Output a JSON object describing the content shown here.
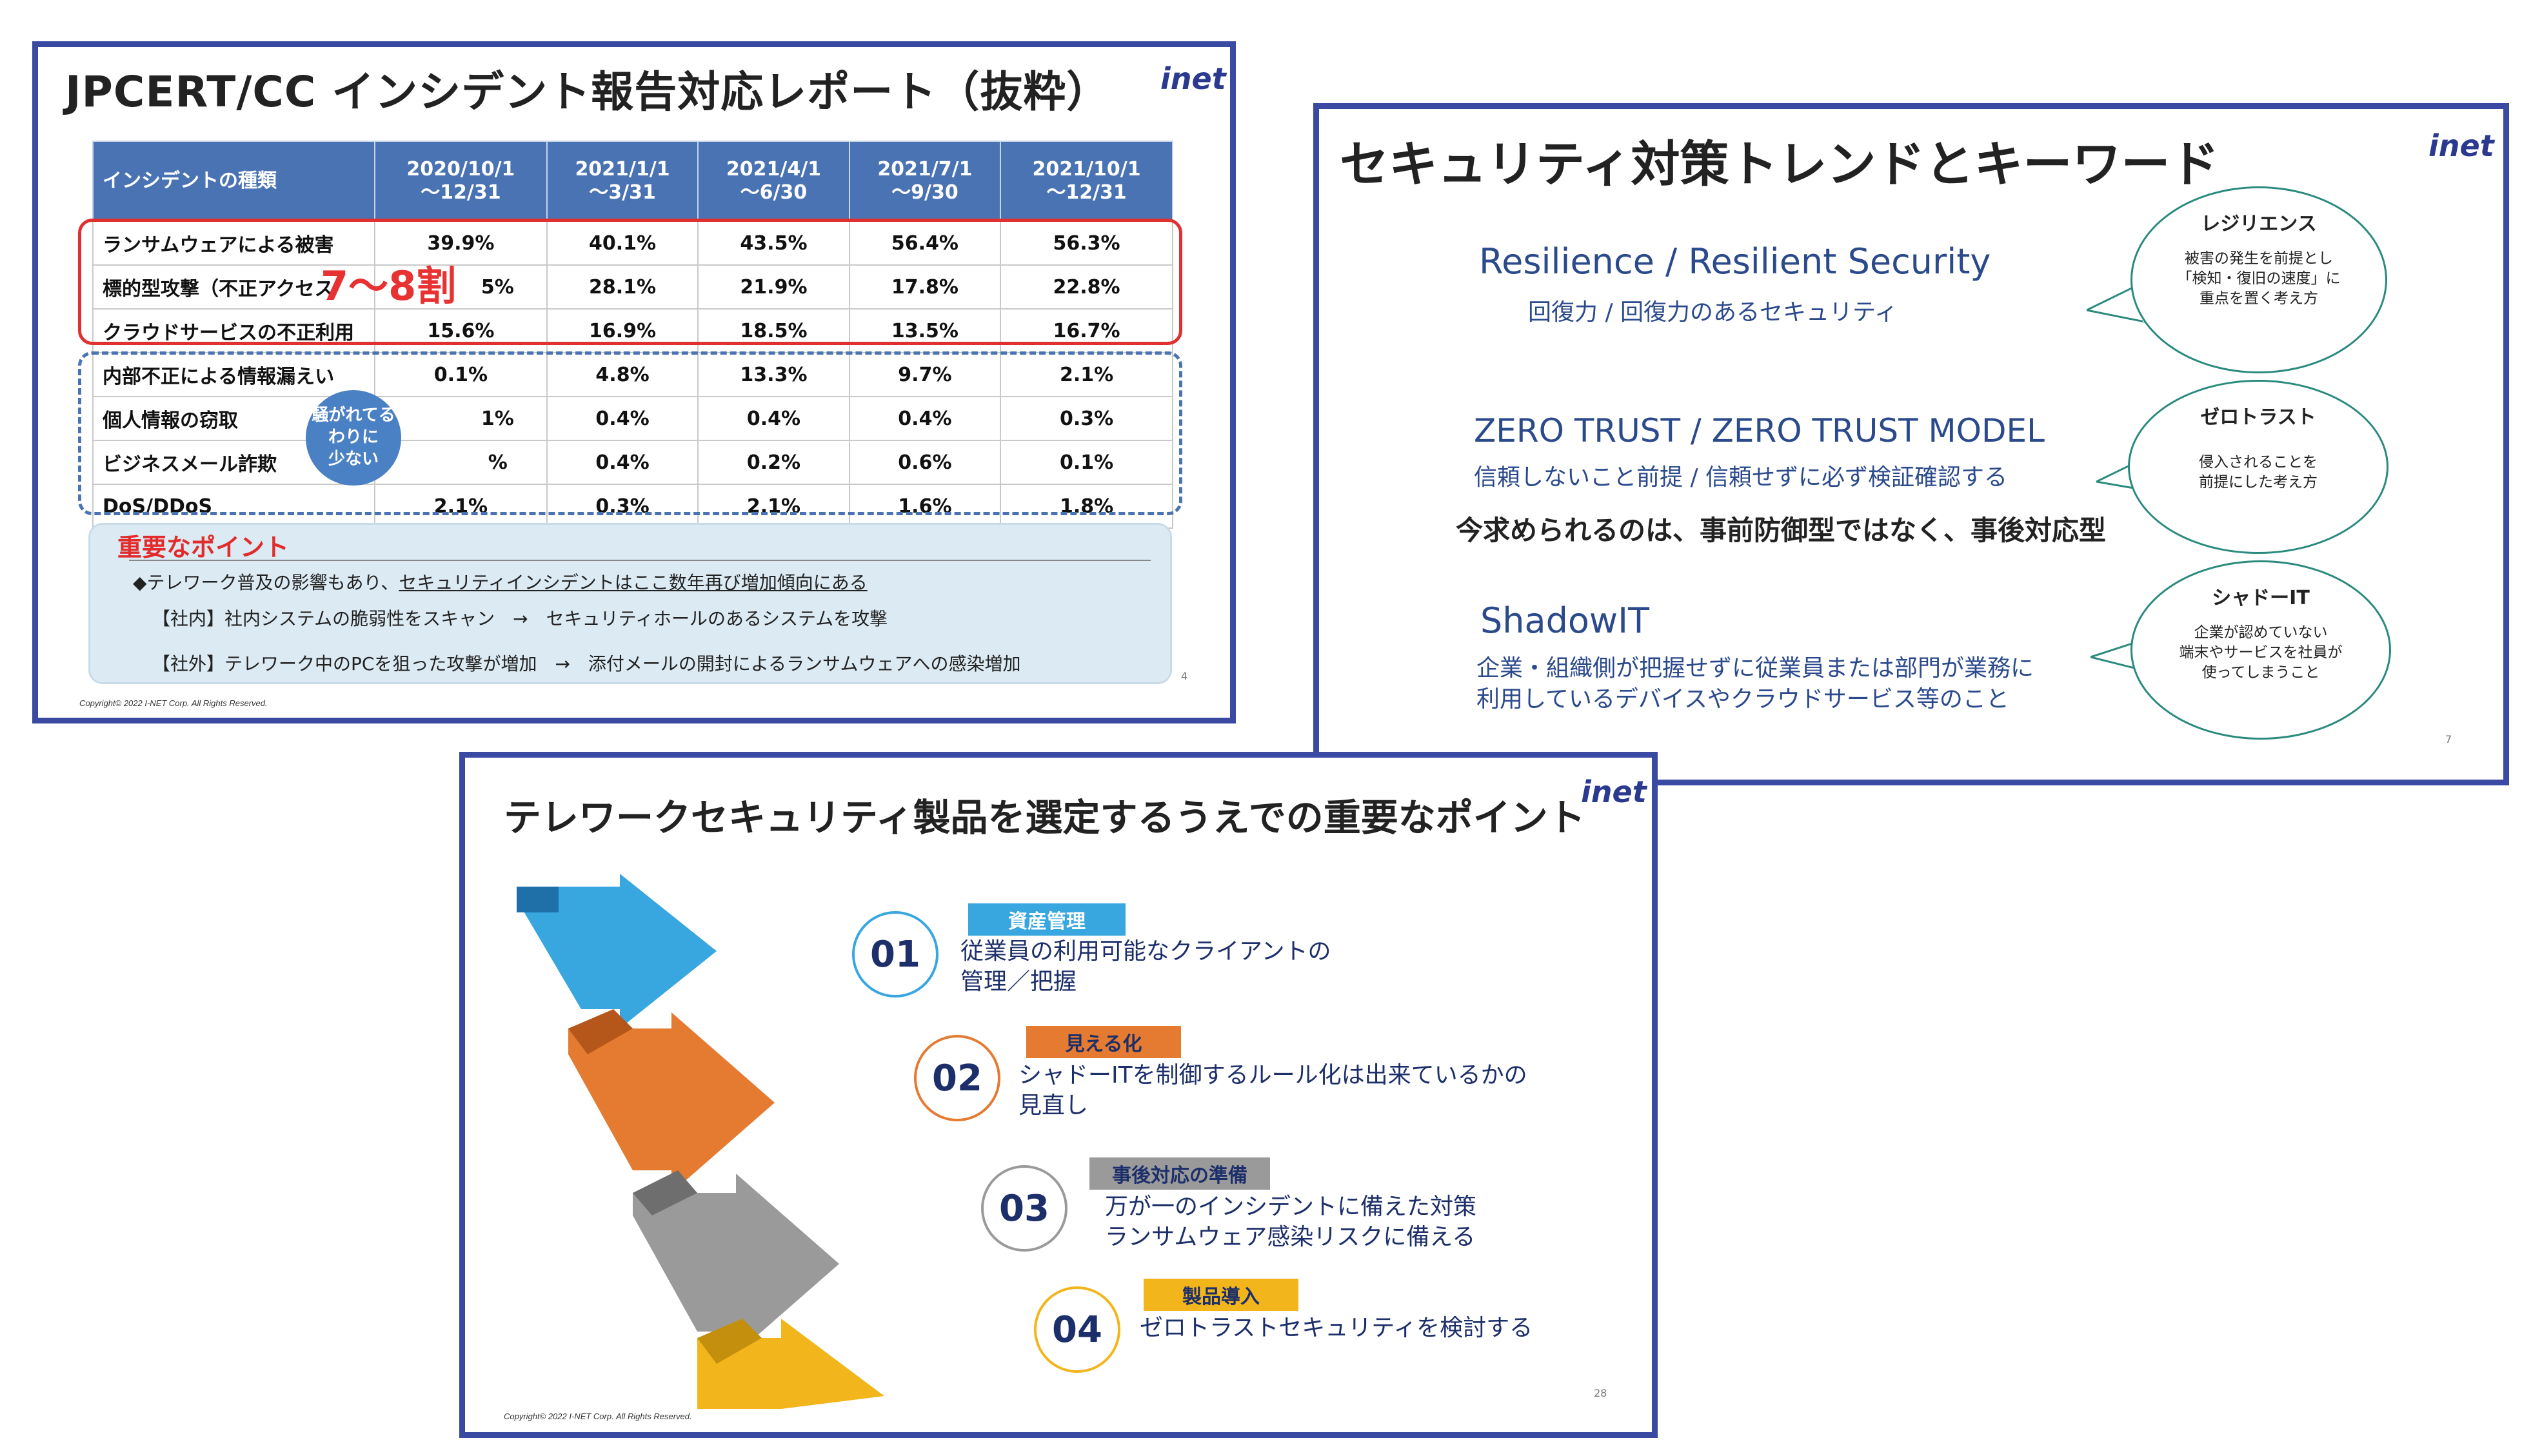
{
  "colors": {
    "frame": "#3a4aa3",
    "accent_blue": "#38a6df",
    "accent_orange": "#e57a31",
    "accent_gray": "#9a9a9a",
    "accent_yellow": "#f2b51b",
    "alert_red": "#e03030"
  },
  "slide1": {
    "title": "JPCERT/CC インシデント報告対応レポート（抜粋）",
    "logo": "inet",
    "table": {
      "headers": [
        [
          "インシデントの種類",
          ""
        ],
        [
          "2020/10/1",
          "～12/31"
        ],
        [
          "2021/1/1",
          "～3/31"
        ],
        [
          "2021/4/1",
          "～6/30"
        ],
        [
          "2021/7/1",
          "～9/30"
        ],
        [
          "2021/10/1",
          "～12/31"
        ]
      ],
      "rows": [
        [
          "ランサムウェアによる被害",
          "39.9%",
          "40.1%",
          "43.5%",
          "56.4%",
          "56.3%"
        ],
        [
          "標的型攻撃（不正アクセス",
          "5%",
          "28.1%",
          "21.9%",
          "17.8%",
          "22.8%"
        ],
        [
          "クラウドサービスの不正利用",
          "15.6%",
          "16.9%",
          "18.5%",
          "13.5%",
          "16.7%"
        ],
        [
          "内部不正による情報漏えい",
          "0.1%",
          "4.8%",
          "13.3%",
          "9.7%",
          "2.1%"
        ],
        [
          "個人情報の窃取",
          "1%",
          "0.4%",
          "0.4%",
          "0.4%",
          "0.3%"
        ],
        [
          "ビジネスメール詐欺",
          "%",
          "0.4%",
          "0.2%",
          "0.6%",
          "0.1%"
        ],
        [
          "DoS/DDoS",
          "2.1%",
          "0.3%",
          "2.1%",
          "1.6%",
          "1.8%"
        ]
      ]
    },
    "highlight_text": "7～8割",
    "bubble_text": [
      "騒がれてる",
      "わりに",
      "少ない"
    ],
    "points": {
      "title": "重要なポイント",
      "line1_prefix": "◆テレワーク普及の影響もあり、",
      "line1_underlined": "セキュリティインシデントはここ数年再び増加傾向にある",
      "line2": "【社内】社内システムの脆弱性をスキャン　→　セキュリティホールのあるシステムを攻撃",
      "line3": "【社外】テレワーク中のPCを狙った攻撃が増加　→　添付メールの開封によるランサムウェアへの感染増加"
    },
    "page": "4",
    "copyright": "Copyright© 2022 I-NET Corp. All Rights Reserved."
  },
  "slide2": {
    "title": "セキュリティ対策トレンドとキーワード",
    "logo": "inet",
    "keywords": [
      {
        "main": "Resilience / Resilient Security",
        "sub": "回復力 / 回復力のあるセキュリティ",
        "oval_title": "レジリエンス",
        "oval_body": [
          "被害の発生を前提とし",
          "「検知・復旧の速度」に",
          "重点を置く考え方"
        ]
      },
      {
        "main": "ZERO TRUST / ZERO TRUST MODEL",
        "sub": "信頼しないこと前提 / 信頼せずに必ず検証確認する",
        "oval_title": "ゼロトラスト",
        "oval_body": [
          "侵入されることを",
          "前提にした考え方"
        ]
      },
      {
        "main": "ShadowIT",
        "sub": "企業・組織側が把握せずに従業員または部門が業務に",
        "sub2": "利用しているデバイスやクラウドサービス等のこと",
        "oval_title": "シャドーIT",
        "oval_body": [
          "企業が認めていない",
          "端末やサービスを社員が",
          "使ってしまうこと"
        ]
      }
    ],
    "statement": "今求められるのは、事前防御型ではなく、事後対応型",
    "page": "7"
  },
  "slide3": {
    "title": "テレワークセキュリティ製品を選定するうえでの重要なポイント",
    "logo": "inet",
    "steps": [
      {
        "num": "01",
        "tag": "資産管理",
        "desc": [
          "従業員の利用可能なクライアントの",
          "管理／把握"
        ]
      },
      {
        "num": "02",
        "tag": "見える化",
        "desc": [
          "シャドーITを制御するルール化は出来ているかの",
          "見直し"
        ]
      },
      {
        "num": "03",
        "tag": "事後対応の準備",
        "desc": [
          "万が一のインシデントに備えた対策",
          "ランサムウェア感染リスクに備える"
        ]
      },
      {
        "num": "04",
        "tag": "製品導入",
        "desc": [
          "ゼロトラストセキュリティを検討する",
          ""
        ]
      }
    ],
    "page": "28",
    "copyright": "Copyright© 2022 I-NET Corp. All Rights Reserved."
  }
}
